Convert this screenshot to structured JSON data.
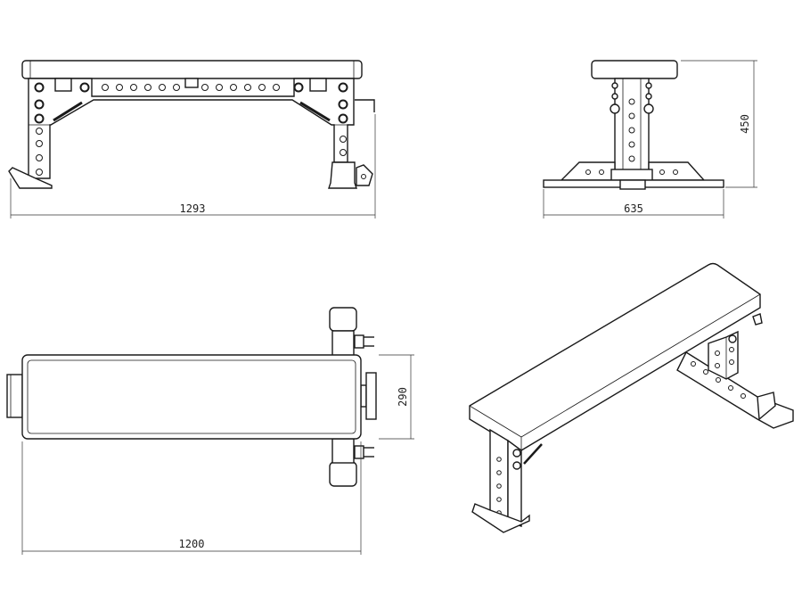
{
  "title": "Flat bench technical drawing",
  "views": {
    "side": {
      "dimension": "1293"
    },
    "front": {
      "width_dimension": "635",
      "height_dimension": "450"
    },
    "top": {
      "length_dimension": "1200",
      "width_dimension": "290"
    },
    "isometric": {}
  },
  "colors": {
    "line": "#1a1a1a",
    "background": "#ffffff"
  }
}
